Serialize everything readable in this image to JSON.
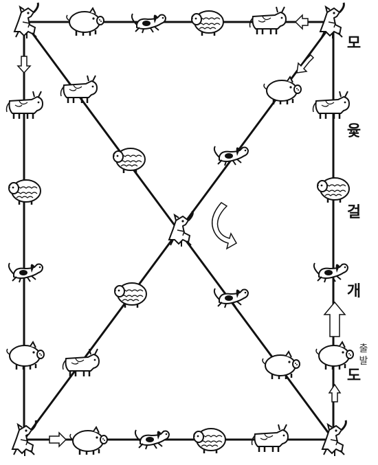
{
  "board": {
    "path_labels": {
      "mo": "모",
      "yut": "윷",
      "geol": "걸",
      "gae": "개",
      "do": "도"
    },
    "start_label_top": "출",
    "start_label_bottom": "발"
  },
  "pieces": {
    "horse": "horse-icon",
    "pig": "pig-icon",
    "dog": "dog-icon",
    "sheep": "sheep-icon",
    "cow": "cow-icon"
  },
  "colors": {
    "ink": "#111111",
    "paper": "#ffffff"
  }
}
